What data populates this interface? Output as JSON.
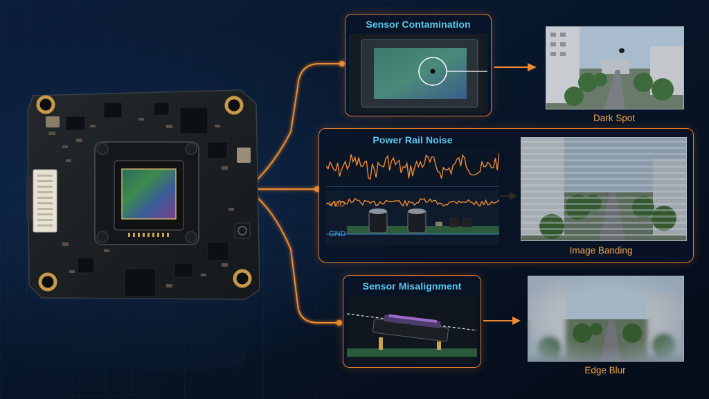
{
  "issues": [
    {
      "title": "Sensor Contamination",
      "result": "Dark Spot"
    },
    {
      "title": "Power Rail Noise",
      "result": "Image Banding"
    },
    {
      "title": "Sensor Misalignment",
      "result": "Edge Blur"
    }
  ],
  "power_chart": {
    "upper_label": "VDD",
    "lower_label": "GND"
  },
  "colors": {
    "accent": "#e07a2a",
    "title": "#5cc8ee",
    "caption": "#f2a54a",
    "background": "#06101f"
  }
}
